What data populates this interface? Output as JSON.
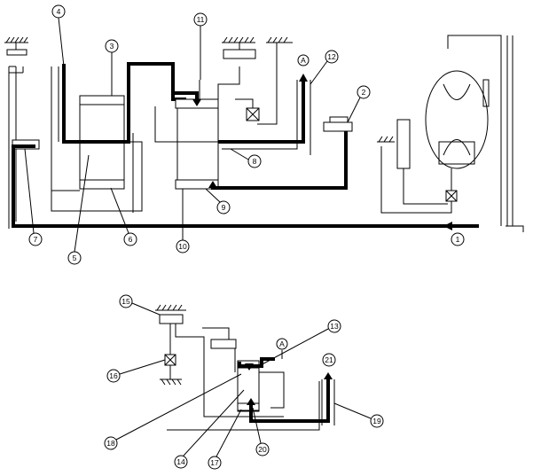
{
  "upper": {
    "callouts": {
      "n1": "1",
      "n2": "2",
      "n3": "3",
      "n4": "4",
      "n5": "5",
      "n6": "6",
      "n7": "7",
      "n8": "8",
      "n9": "9",
      "n10": "10",
      "n11": "11",
      "n12": "12"
    },
    "arrow_label": "A"
  },
  "lower": {
    "callouts": {
      "n13": "13",
      "n14": "14",
      "n15": "15",
      "n16": "16",
      "n17": "17",
      "n18": "18",
      "n19": "19",
      "n20": "20",
      "n21": "21"
    },
    "arrow_label": "A"
  }
}
